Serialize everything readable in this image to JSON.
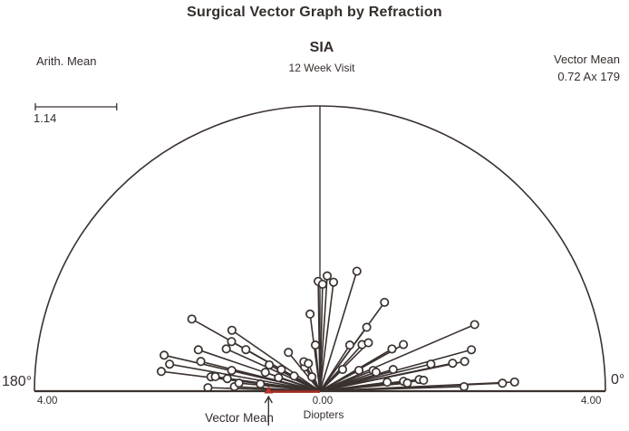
{
  "ui": {
    "title": "Surgical Vector Graph by Refraction",
    "left_header": "Arith. Mean",
    "right_header": "Vector Mean",
    "right_header_value": "0.72 Ax 179",
    "center_header": "SIA",
    "center_subheader": "12 Week Visit",
    "scale_bar_label": "1.14",
    "left_angle_label": "180°",
    "right_angle_label": "0°",
    "left_radius_label": "4.00",
    "origin_label": "0.00",
    "right_radius_label": "4.00",
    "units_label": "Diopters",
    "vector_mean_annotation": "Vector Mean"
  },
  "colors": {
    "ink": "#3a322f",
    "text": "#352e2c",
    "mean_red": "#a02c22",
    "mean_red_fill": "#c4392b",
    "marker_fill": "#ffffff"
  },
  "chart_data": {
    "type": "scatter",
    "plot_style": "polar-semicircle-vector-plot",
    "title": "Surgical Vector Graph by Refraction",
    "group_label": "SIA",
    "visit_label": "12 Week Visit",
    "angle_range_deg": [
      0,
      180
    ],
    "radius_range_diopters": [
      0,
      4.0
    ],
    "radius_tick_labels": [
      "4.00",
      "0.00",
      "4.00"
    ],
    "units": "Diopters",
    "arith_mean_diopters": 1.14,
    "vector_mean": {
      "magnitude_d": 0.72,
      "axis_deg": 179,
      "label": "0.72 Ax 179"
    },
    "vectors_axis_deg_and_magnitude_d": [
      [
        178.2,
        1.57
      ],
      [
        177.0,
        1.2
      ],
      [
        174.3,
        1.14
      ],
      [
        173.1,
        0.84
      ],
      [
        172.9,
        2.24
      ],
      [
        172.5,
        1.54
      ],
      [
        172.3,
        1.31
      ],
      [
        172.1,
        1.48
      ],
      [
        169.8,
        2.14
      ],
      [
        167.0,
        2.24
      ],
      [
        166.8,
        1.27
      ],
      [
        166.0,
        1.72
      ],
      [
        162.0,
        0.61
      ],
      [
        161.2,
        1.8
      ],
      [
        161.0,
        0.81
      ],
      [
        155.7,
        1.44
      ],
      [
        152.6,
        0.8
      ],
      [
        150.8,
        0.62
      ],
      [
        150.7,
        1.42
      ],
      [
        150.7,
        1.19
      ],
      [
        150.6,
        2.06
      ],
      [
        149.6,
        0.42
      ],
      [
        145.3,
        1.5
      ],
      [
        129.1,
        0.7
      ],
      [
        122.2,
        0.4
      ],
      [
        119.4,
        0.23
      ],
      [
        118.6,
        0.47
      ],
      [
        112.7,
        0.42
      ],
      [
        97.3,
        1.09
      ],
      [
        95.6,
        0.65
      ],
      [
        90.9,
        1.54
      ],
      [
        88.6,
        1.5
      ],
      [
        86.4,
        1.62
      ],
      [
        82.9,
        1.54
      ],
      [
        72.9,
        1.76
      ],
      [
        57.1,
        0.77
      ],
      [
        54.0,
        1.54
      ],
      [
        53.8,
        1.11
      ],
      [
        47.9,
        0.88
      ],
      [
        45.0,
        0.96
      ],
      [
        43.8,
        0.44
      ],
      [
        30.4,
        1.17
      ],
      [
        29.2,
        1.34
      ],
      [
        28.1,
        0.62
      ],
      [
        23.3,
        2.36
      ],
      [
        21.3,
        0.8
      ],
      [
        18.7,
        0.83
      ],
      [
        16.5,
        1.07
      ],
      [
        15.3,
        2.2
      ],
      [
        13.7,
        1.6
      ],
      [
        11.9,
        1.9
      ],
      [
        11.6,
        2.07
      ],
      [
        7.6,
        0.95
      ],
      [
        6.7,
        1.18
      ],
      [
        6.7,
        1.4
      ],
      [
        6.0,
        1.46
      ],
      [
        5.3,
        1.23
      ],
      [
        2.7,
        2.73
      ],
      [
        2.5,
        2.56
      ],
      [
        1.8,
        2.02
      ]
    ]
  }
}
